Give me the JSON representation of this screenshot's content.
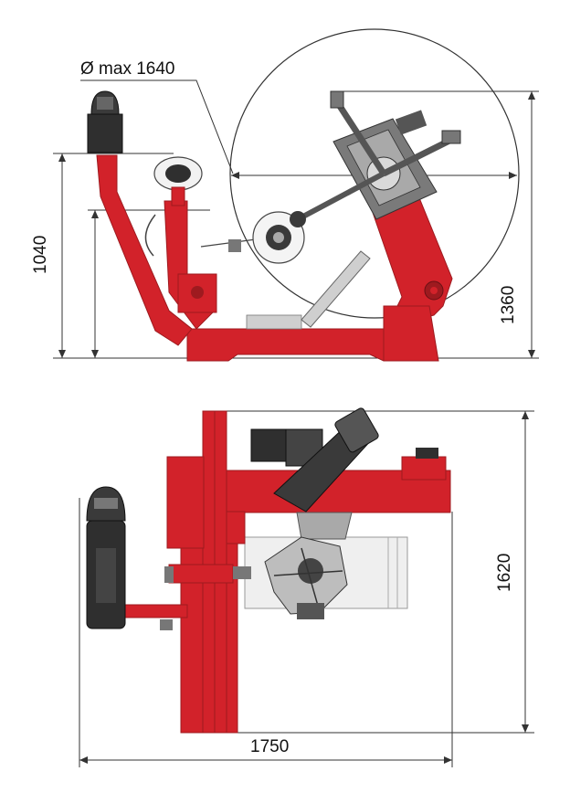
{
  "dimensions": {
    "max_diameter": "Ø max 1640",
    "side_height_left": "1040",
    "side_height_right": "1360",
    "top_depth": "1620",
    "top_width": "1750"
  },
  "colors": {
    "machine_red": "#d2222a",
    "dark_red": "#9e1a1f",
    "component_dark": "#2f2f2f",
    "component_grey": "#a9a9a9",
    "light_grey": "#d9d9d9",
    "line": "#333333"
  }
}
